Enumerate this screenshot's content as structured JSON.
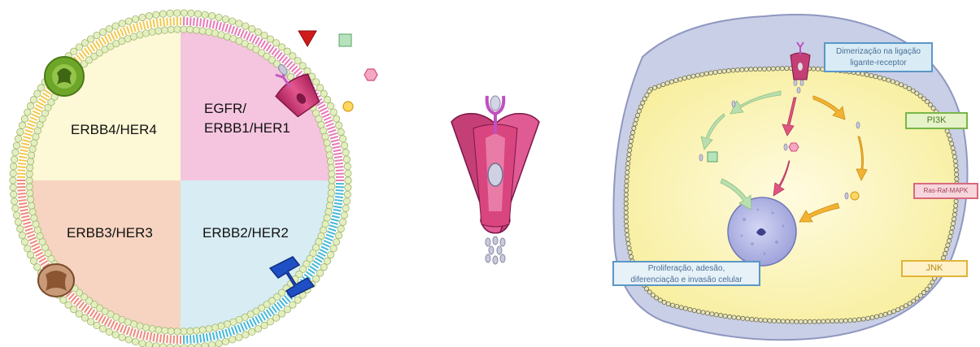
{
  "left_diagram": {
    "quadrants": [
      {
        "id": "egfr",
        "label_lines": [
          "EGFR/",
          "ERBB1/HER1"
        ],
        "fill": "#f5c5df"
      },
      {
        "id": "erbb2",
        "label_lines": [
          "ERBB2/HER2"
        ],
        "fill": "#d7ecf3"
      },
      {
        "id": "erbb3",
        "label_lines": [
          "ERBB3/HER3"
        ],
        "fill": "#f7d4c1"
      },
      {
        "id": "erbb4",
        "label_lines": [
          "ERBB4/HER4"
        ],
        "fill": "#fdf8d6"
      }
    ],
    "membrane_colors": {
      "egfr": "#e879b6",
      "erbb2": "#45b8d8",
      "erbb3": "#ee8a7a",
      "erbb4": "#f2c94c",
      "bead": "#e4efc0"
    },
    "ligands": [
      "triangle",
      "square",
      "hexagon",
      "circle"
    ]
  },
  "right_diagram": {
    "labels": {
      "dimerization": [
        "Dimerização na ligação",
        "ligante-receptor"
      ],
      "proliferation": [
        "Proliferação, adesão,",
        "diferenciação e invasão celular"
      ],
      "pi3k": "PI3K",
      "ras": "Ras-Raf-MAPK",
      "jnk": "JNK"
    },
    "pathway_colors": {
      "pi3k": "#b9dfb0",
      "ras": "#e0557f",
      "jnk": "#f2b233"
    }
  }
}
